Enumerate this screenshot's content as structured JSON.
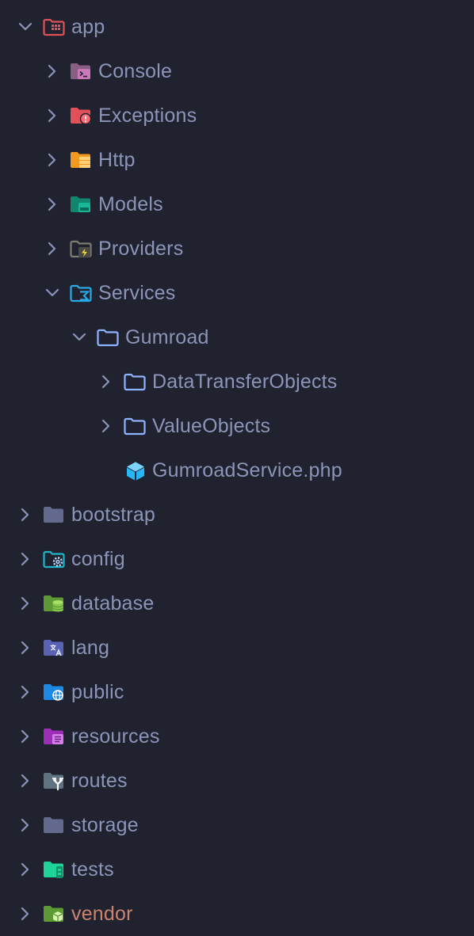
{
  "tree": {
    "app": "app",
    "console": "Console",
    "exceptions": "Exceptions",
    "http": "Http",
    "models": "Models",
    "providers": "Providers",
    "services": "Services",
    "gumroad": "Gumroad",
    "data_transfer_objects": "DataTransferObjects",
    "value_objects": "ValueObjects",
    "gumroad_service": "GumroadService.php",
    "bootstrap": "bootstrap",
    "config": "config",
    "database": "database",
    "lang": "lang",
    "public": "public",
    "resources": "resources",
    "routes": "routes",
    "storage": "storage",
    "tests": "tests",
    "vendor": "vendor"
  },
  "colors": {
    "background": "#20222f",
    "label": "#8c95b8",
    "vendor_label": "#c8846e",
    "chevron": "#8c95b8",
    "outline_folder": "#8fb3ff"
  }
}
